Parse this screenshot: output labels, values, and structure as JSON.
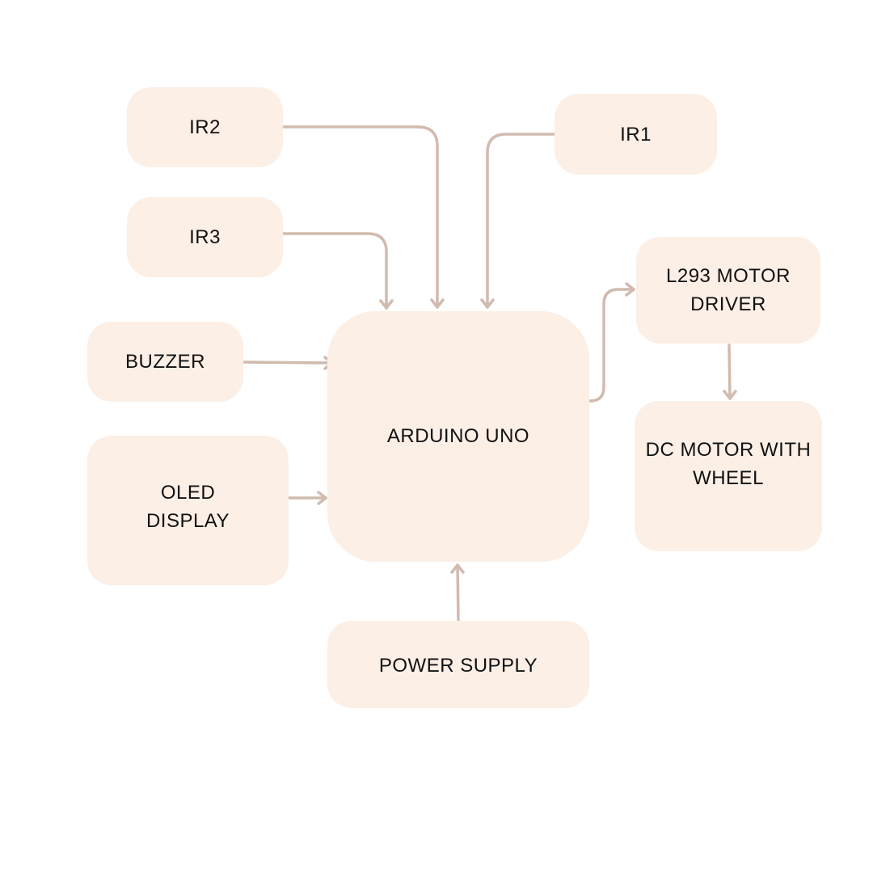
{
  "colors": {
    "block_fill": "#fbefe6",
    "connector": "#d1bbaf",
    "text": "#111111"
  },
  "blocks": {
    "ir2": "IR2",
    "ir3": "IR3",
    "ir1": "IR1",
    "buzzer": "BUZZER",
    "oled": "OLED\nDISPLAY",
    "arduino": "ARDUINO UNO",
    "l293": "L293 MOTOR\nDRIVER",
    "dc_motor": "DC MOTOR WITH\nWHEEL",
    "power": "POWER SUPPLY"
  },
  "connections": [
    {
      "from": "IR2",
      "to": "ARDUINO UNO"
    },
    {
      "from": "IR1",
      "to": "ARDUINO UNO"
    },
    {
      "from": "IR3",
      "to": "ARDUINO UNO"
    },
    {
      "from": "BUZZER",
      "to": "ARDUINO UNO"
    },
    {
      "from": "OLED\nDISPLAY",
      "to": "ARDUINO UNO"
    },
    {
      "from": "ARDUINO UNO",
      "to": "L293 MOTOR\nDRIVER"
    },
    {
      "from": "L293 MOTOR\nDRIVER",
      "to": "DC MOTOR WITH\nWHEEL"
    },
    {
      "from": "POWER SUPPLY",
      "to": "ARDUINO UNO"
    }
  ]
}
